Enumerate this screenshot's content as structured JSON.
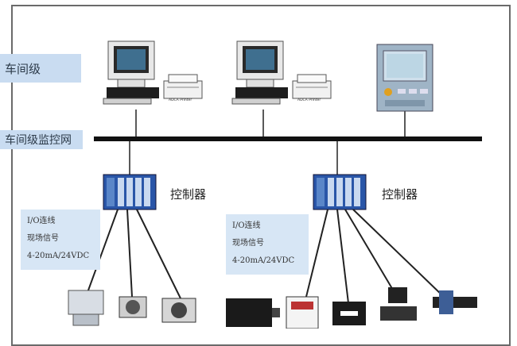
{
  "levels": {
    "workshop": "车间级",
    "monitor_network": "车间级监控网"
  },
  "controllers": [
    {
      "label": "控制器"
    },
    {
      "label": "控制器"
    }
  ],
  "io_boxes": [
    {
      "lines": [
        "I/O连线",
        "现场信号",
        "4-20mA/24VDC"
      ]
    },
    {
      "lines": [
        "I/O连线",
        "现场信号",
        "4-20mA/24VDC"
      ]
    }
  ],
  "printers": [
    {
      "label": "ADCA Printer"
    },
    {
      "label": "ADCA Printer"
    }
  ],
  "colors": {
    "label_bg": "#c9dcf1",
    "io_bg": "#d7e6f5",
    "bus": "#111111",
    "controller_blue": "#2a56a8"
  }
}
